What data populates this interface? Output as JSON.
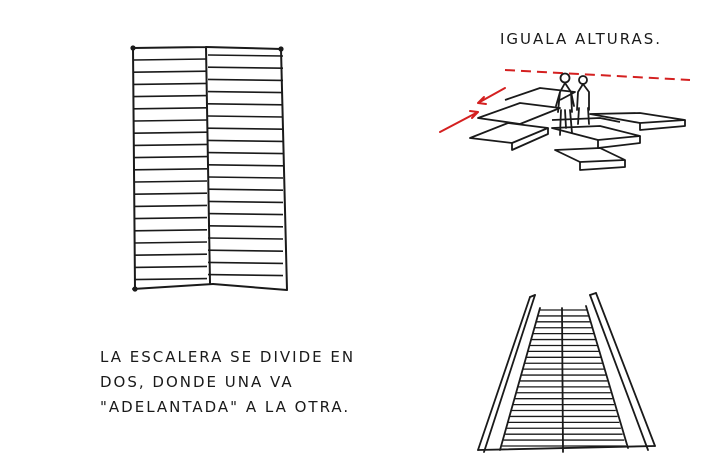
{
  "title": "IGUALA  ALTURAS.",
  "caption": {
    "line1": "LA ESCALERA SE DIVIDE EN",
    "line2": "DOS, DONDE UNA VA",
    "line3": "\"ADELANTADA\" A LA OTRA."
  },
  "colors": {
    "ink": "#1a1a1a",
    "accent": "#d42020"
  }
}
